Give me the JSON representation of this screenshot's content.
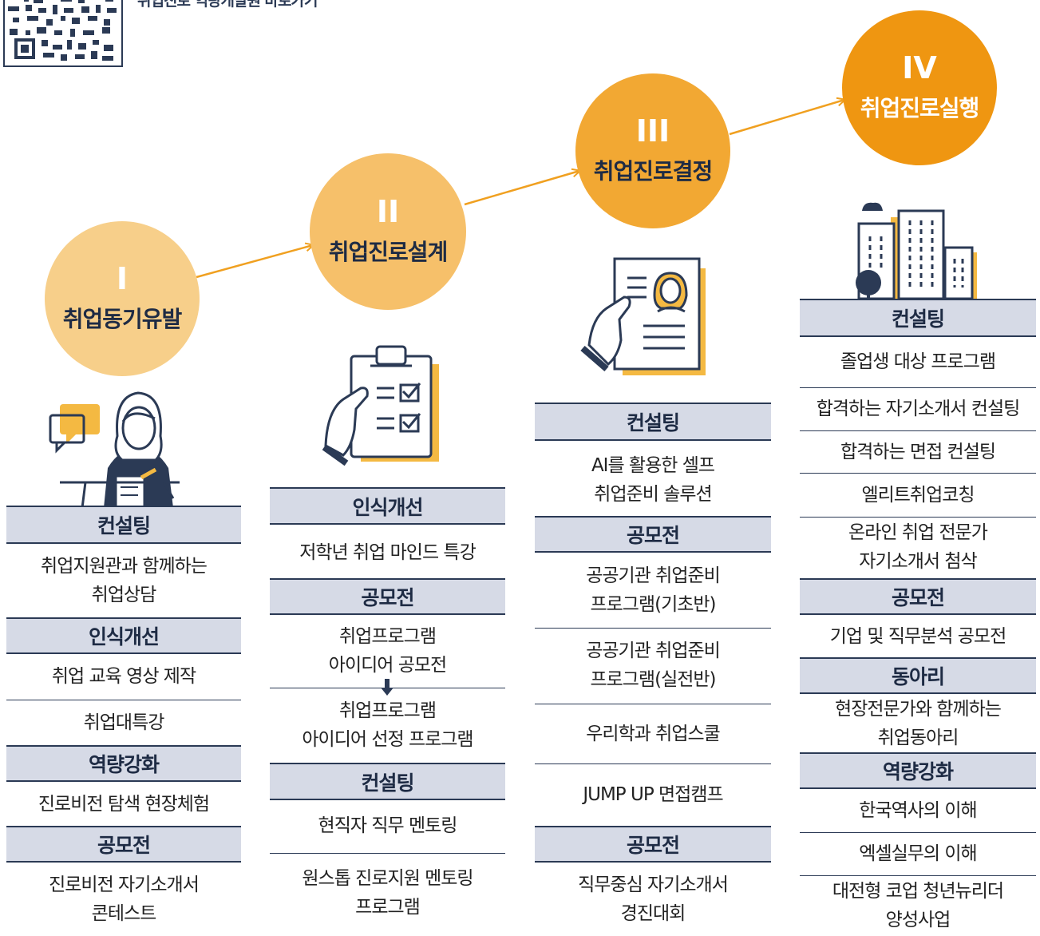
{
  "header": {
    "qr_caption": "취업진로 역량개발원 바로가기"
  },
  "stages": [
    {
      "num": "I",
      "name": "취업동기유발",
      "color": "#f7cf8a"
    },
    {
      "num": "II",
      "name": "취업진로설계",
      "color": "#f6c06a"
    },
    {
      "num": "III",
      "name": "취업진로결정",
      "color": "#f2a833"
    },
    {
      "num": "IV",
      "name": "취업진로실행",
      "color": "#ef9611"
    }
  ],
  "colors": {
    "navy": "#2b3a55",
    "header_bg": "#d6dae6",
    "arrow": "#f0a020",
    "accent_yellow": "#f4b942"
  },
  "icons": [
    "person-counseling-icon",
    "clipboard-checklist-icon",
    "resume-document-icon",
    "city-buildings-icon"
  ],
  "col1": {
    "h1": "컨설팅",
    "i1a": "취업지원관과 함께하는",
    "i1b": "취업상담",
    "h2": "인식개선",
    "i2": "취업 교육 영상 제작",
    "i3": "취업대특강",
    "h3": "역량강화",
    "i4": "진로비전 탐색 현장체험",
    "h4": "공모전",
    "i5a": "진로비전 자기소개서",
    "i5b": "콘테스트"
  },
  "col2": {
    "h1": "인식개선",
    "i1": "저학년 취업 마인드 특강",
    "h2": "공모전",
    "i2a": "취업프로그램",
    "i2b": "아이디어 공모전",
    "i3a": "취업프로그램",
    "i3b": "아이디어 선정 프로그램",
    "h3": "컨설팅",
    "i4": "현직자 직무 멘토링",
    "i5a": "원스톱 진로지원 멘토링",
    "i5b": "프로그램"
  },
  "col3": {
    "h1": "컨설팅",
    "i1a": "AI를 활용한 셀프",
    "i1b": "취업준비 솔루션",
    "h2": "공모전",
    "i2a": "공공기관 취업준비",
    "i2b": "프로그램(기초반)",
    "i3a": "공공기관 취업준비",
    "i3b": "프로그램(실전반)",
    "i4": "우리학과 취업스쿨",
    "i5": "JUMP UP 면접캠프",
    "h3": "공모전",
    "i6a": "직무중심 자기소개서",
    "i6b": "경진대회"
  },
  "col4": {
    "h1": "컨설팅",
    "i1": "졸업생 대상 프로그램",
    "i2": "합격하는 자기소개서 컨설팅",
    "i3": "합격하는 면접 컨설팅",
    "i4": "엘리트취업코칭",
    "i5a": "온라인 취업 전문가",
    "i5b": "자기소개서 첨삭",
    "h2": "공모전",
    "i6": "기업 및 직무분석 공모전",
    "h3": "동아리",
    "i7a": "현장전문가와 함께하는",
    "i7b": "취업동아리",
    "h4": "역량강화",
    "i8": "한국역사의 이해",
    "i9": "엑셀실무의 이해",
    "i10a": "대전형 코업 청년뉴리더",
    "i10b": "양성사업"
  }
}
